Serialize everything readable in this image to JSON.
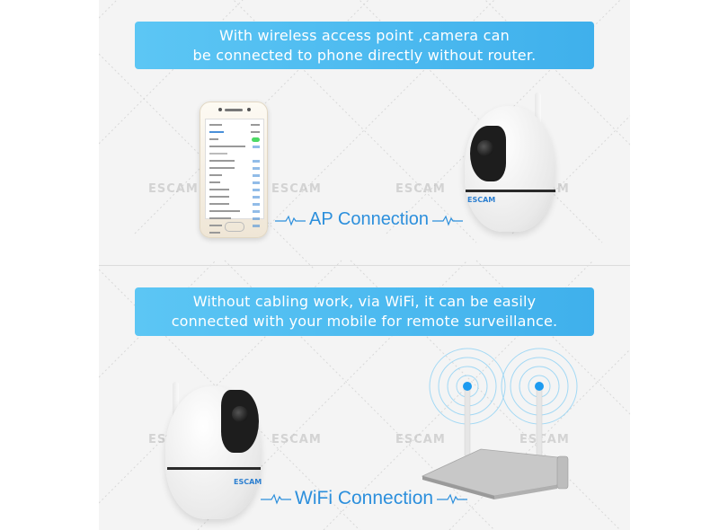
{
  "section_ap": {
    "banner_line1": "With wireless access point ,camera can",
    "banner_line2": "be connected to phone directly  without router.",
    "label": "AP Connection"
  },
  "section_wifi": {
    "banner_line1": "Without cabling work, via WiFi, it can be easily",
    "banner_line2": "connected with your mobile for remote surveillance.",
    "label": "WiFi Connection"
  },
  "brand": {
    "watermark": "ESCAM",
    "camera_logo": "ESCAM"
  },
  "colors": {
    "banner_start": "#5cc6f4",
    "banner_end": "#3fb0ec",
    "label_blue": "#2c8fdc",
    "background": "#f4f4f4",
    "router_led": "#1e9bf0"
  },
  "icons": {
    "pulse_left": "heartbeat-line-icon",
    "pulse_right": "heartbeat-line-icon",
    "wifi_signal": "wifi-signal-rings-icon"
  }
}
